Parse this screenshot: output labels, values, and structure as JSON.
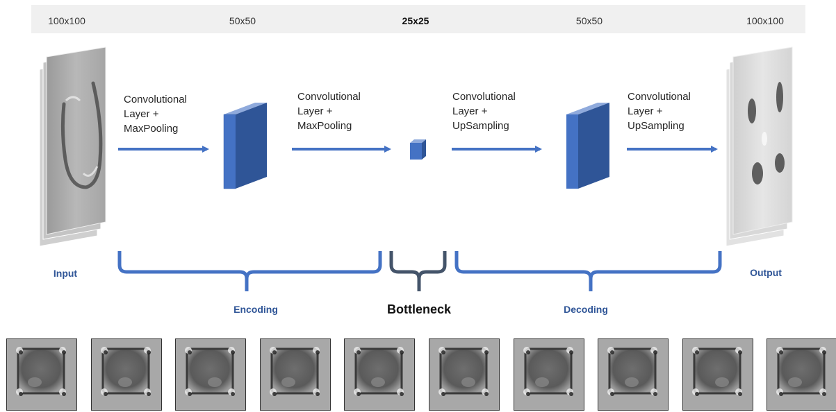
{
  "sizes": [
    "100x100",
    "50x50",
    "25x25",
    "50x50",
    "100x100"
  ],
  "layers": [
    {
      "lines": [
        "Convolutional",
        "Layer +",
        "MaxPooling"
      ]
    },
    {
      "lines": [
        "Convolutional",
        "Layer +",
        "MaxPooling"
      ]
    },
    {
      "lines": [
        "Convolutional",
        "Layer +",
        "UpSampling"
      ]
    },
    {
      "lines": [
        "Convolutional",
        "Layer +",
        "UpSampling"
      ]
    }
  ],
  "labels": {
    "input": "Input",
    "output": "Output",
    "encoding": "Encoding",
    "bottleneck": "Bottleneck",
    "decoding": "Decoding"
  },
  "colors": {
    "arrow": "#4472c4",
    "brace_blue": "#4472c4",
    "brace_dark": "#44546a",
    "label_blue": "#2f5597",
    "block_front": "#4472c4",
    "block_top": "#8faadc",
    "block_side": "#2f5597"
  },
  "reconstructions": {
    "count": 10,
    "icon": "grayscale-square-patch"
  }
}
